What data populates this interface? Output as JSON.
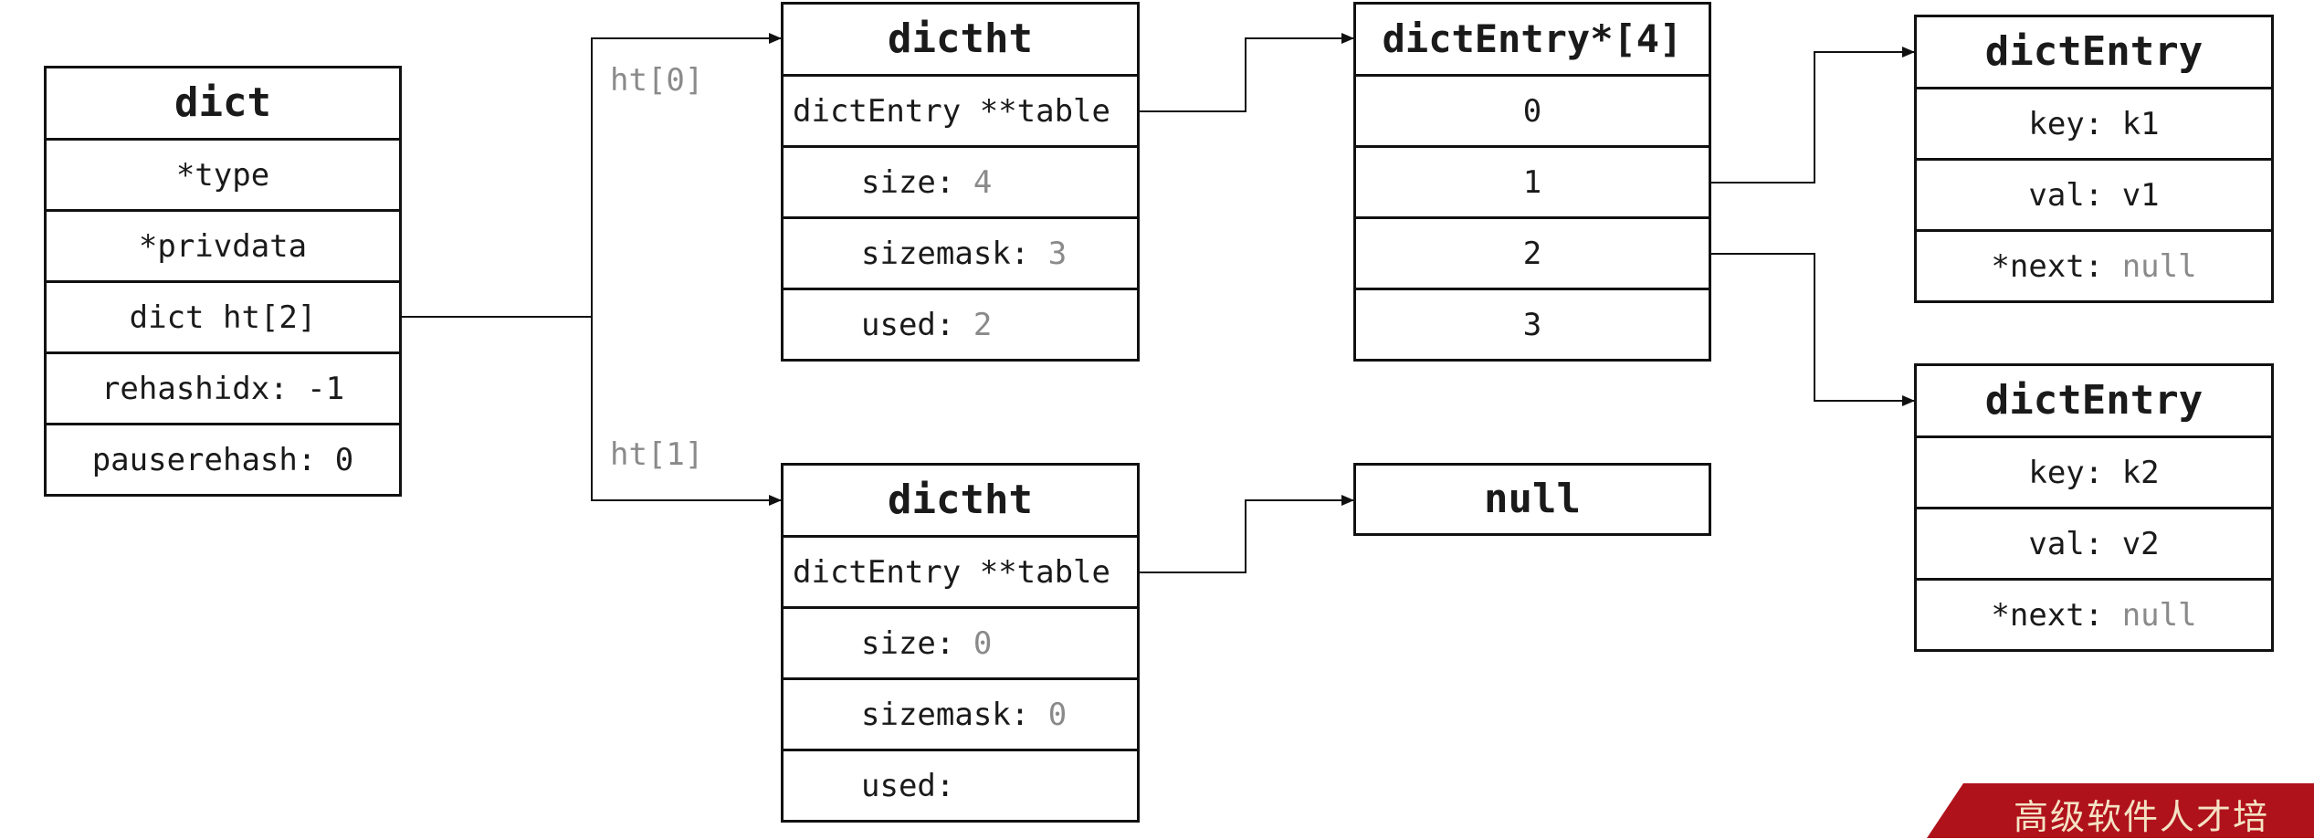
{
  "dict": {
    "title": "dict",
    "fields": [
      "*type",
      "*privdata",
      "dict ht[2]",
      "rehashidx: -1",
      "pauserehash: 0"
    ]
  },
  "labels": {
    "ht0": "ht[0]",
    "ht1": "ht[1]"
  },
  "dictht0": {
    "title": "dictht",
    "table": "dictEntry **table",
    "size_label": "size:",
    "size_value": "4",
    "sizemask_label": "sizemask:",
    "sizemask_value": "3",
    "used_label": "used:",
    "used_value": "2"
  },
  "dictht1": {
    "title": "dictht",
    "table": "dictEntry **table",
    "size_label": "size:",
    "size_value": "0",
    "sizemask_label": "sizemask:",
    "sizemask_value": "0",
    "used_label": "used:",
    "used_value": ""
  },
  "array": {
    "title": "dictEntry*[4]",
    "slots": [
      "0",
      "1",
      "2",
      "3"
    ]
  },
  "null_box": {
    "title": "null"
  },
  "entry1": {
    "title": "dictEntry",
    "key": "key: k1",
    "val": "val: v1",
    "next_label": "*next:",
    "next_value": "null"
  },
  "entry2": {
    "title": "dictEntry",
    "key": "key: k2",
    "val": "val: v2",
    "next_label": "*next:",
    "next_value": "null"
  },
  "banner": {
    "text": "高级软件人才培"
  },
  "colors": {
    "line": "#111111",
    "muted": "#8a8a8a",
    "banner": "#b0121b"
  }
}
